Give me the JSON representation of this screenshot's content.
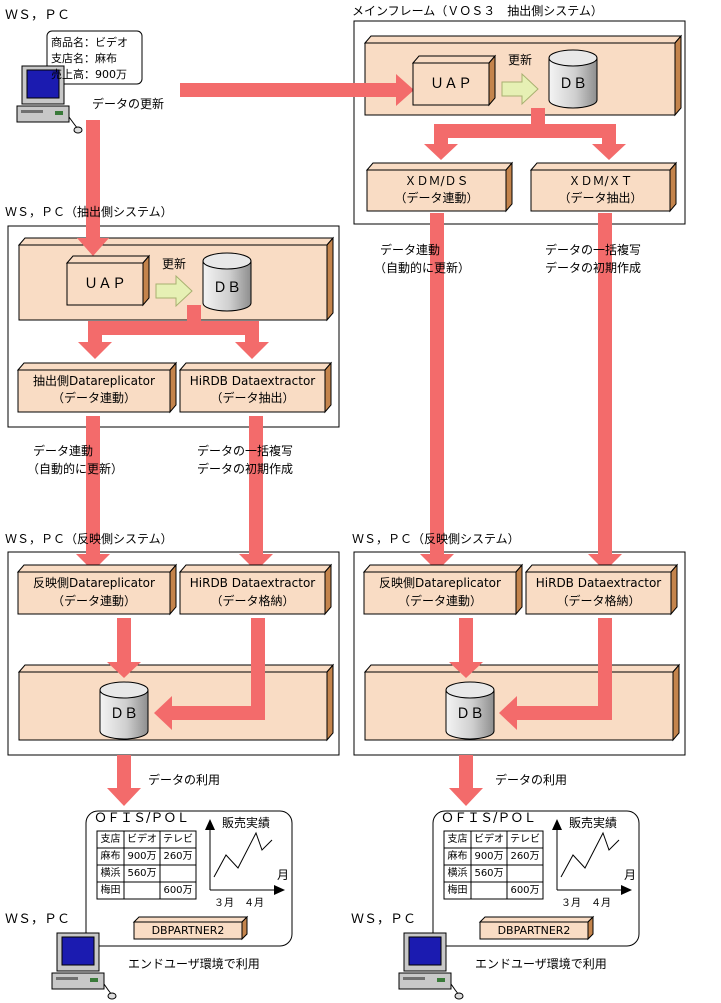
{
  "top_left": {
    "title": "ＷＳ，ＰＣ",
    "note_lines": [
      "商品名：ビデオ",
      "支店名：麻布",
      "売上高：900万"
    ],
    "update_label": "データの更新"
  },
  "mainframe": {
    "title": "メインフレーム（ＶＯＳ３　抽出側システム）",
    "uap": "ＵＡＰ",
    "update": "更新",
    "db": "ＤＢ",
    "xdm_ds": [
      "ＸＤＭ/ＤＳ",
      "（データ連動）"
    ],
    "xdm_xt": [
      "ＸＤＭ/ＸＴ",
      "（データ抽出）"
    ],
    "label_link": [
      "データ連動",
      "（自動的に更新）"
    ],
    "label_bulk": [
      "データの一括複写",
      "データの初期作成"
    ]
  },
  "extract_sys": {
    "title": "ＷＳ，ＰＣ（抽出側システム）",
    "uap": "ＵＡＰ",
    "update": "更新",
    "db": "ＤＢ",
    "replicator": [
      "抽出側Datareplicator",
      "（データ連動）"
    ],
    "extractor": [
      "HiRDB Dataextractor",
      "（データ抽出）"
    ],
    "label_link": [
      "データ連動",
      "（自動的に更新）"
    ],
    "label_bulk": [
      "データの一括複写",
      "データの初期作成"
    ]
  },
  "reflect_left": {
    "title": "ＷＳ，ＰＣ（反映側システム）",
    "replicator": [
      "反映側Datareplicator",
      "（データ連動）"
    ],
    "extractor": [
      "HiRDB Dataextractor",
      "（データ格納）"
    ],
    "db": "ＤＢ",
    "use_label": "データの利用"
  },
  "reflect_right": {
    "title": "ＷＳ，ＰＣ（反映側システム）",
    "replicator": [
      "反映側Datareplicator",
      "（データ連動）"
    ],
    "extractor": [
      "HiRDB Dataextractor",
      "（データ格納）"
    ],
    "db": "ＤＢ",
    "use_label": "データの利用"
  },
  "end_user": {
    "app_title": "ＯＦＩＳ/ＰＯＬ",
    "table_header": [
      "支店",
      "ビデオ",
      "テレビ"
    ],
    "table_rows": [
      [
        "麻布",
        "900万",
        "260万"
      ],
      [
        "横浜",
        "560万",
        ""
      ],
      [
        "梅田",
        "",
        "600万"
      ]
    ],
    "chart_title": "販売実績",
    "chart_y_unit": "月",
    "chart_x_labels": [
      "３月",
      "４月"
    ],
    "product": "DBPARTNER2",
    "pc_label": "ＷＳ，ＰＣ",
    "caption": "エンドユーザ環境で利用"
  },
  "colors": {
    "arrow": "#f36b6b",
    "box_front": "#f9dcc4",
    "box_side": "#c4844c",
    "update_arrow": "#e6f0b4"
  }
}
